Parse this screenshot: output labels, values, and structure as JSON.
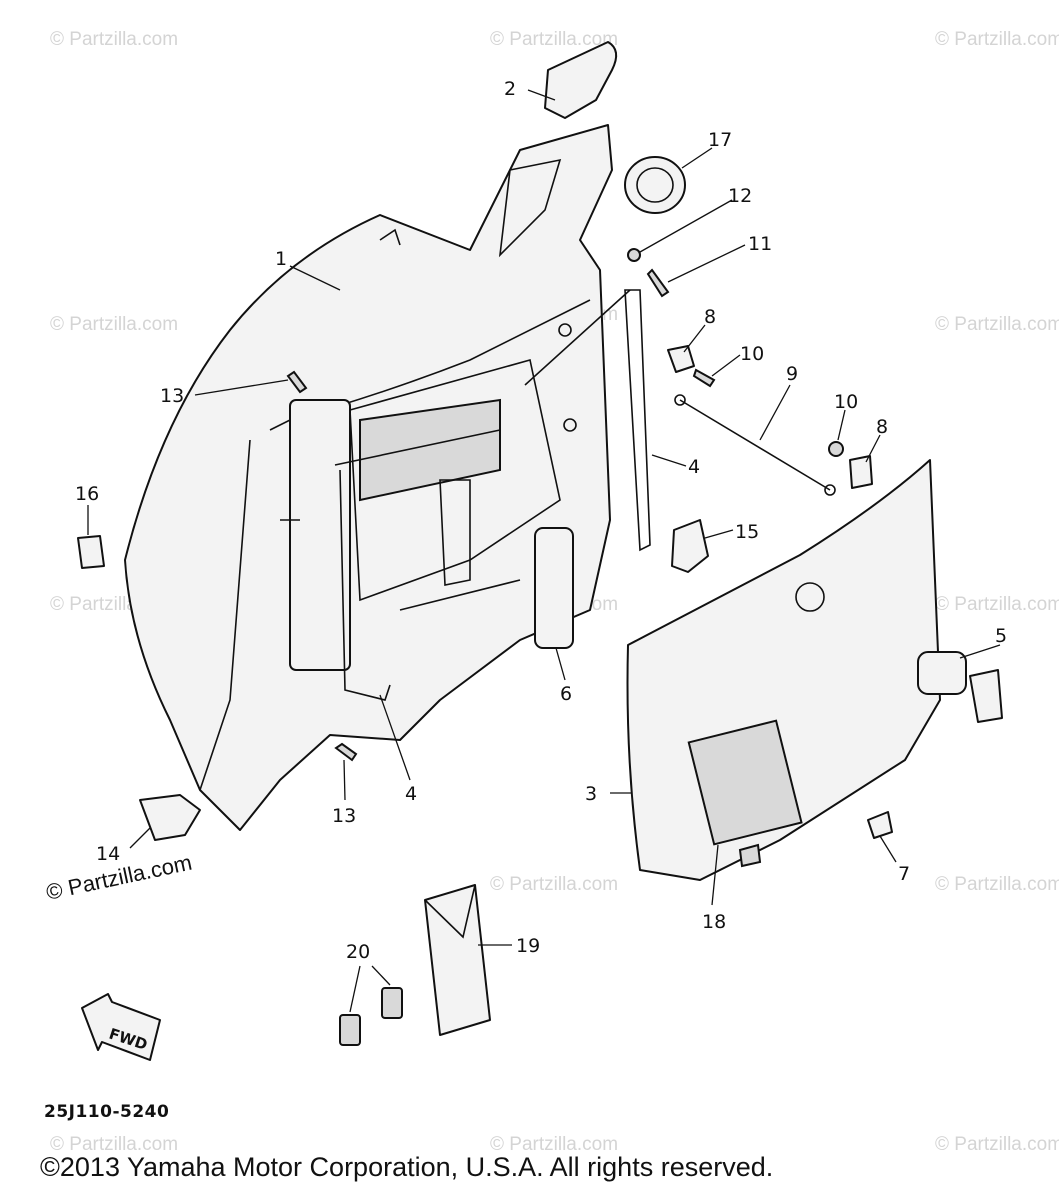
{
  "diagram": {
    "callouts": [
      "1",
      "2",
      "3",
      "4",
      "4",
      "5",
      "6",
      "7",
      "8",
      "8",
      "9",
      "10",
      "10",
      "11",
      "12",
      "13",
      "13",
      "14",
      "15",
      "16",
      "17",
      "18",
      "19",
      "20"
    ],
    "fwd_label": "FWD",
    "drawing_code": "25J110-5240"
  },
  "watermark": {
    "text": "© Partzilla.com"
  },
  "footer": {
    "copyright": "©2013  Yamaha Motor Corporation, U.S.A. All rights reserved."
  }
}
